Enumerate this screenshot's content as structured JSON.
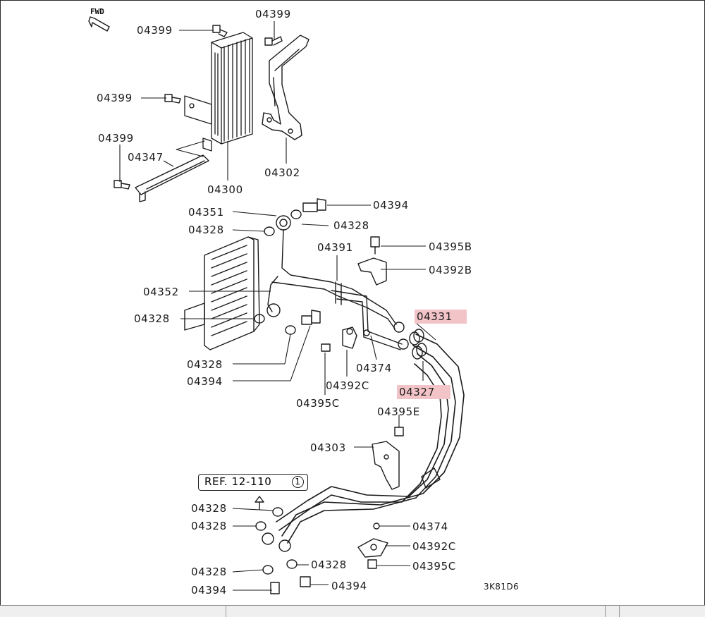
{
  "header": {
    "fwd_label": "FWD"
  },
  "reference": {
    "text": "REF. 12-110",
    "circle": "1"
  },
  "diagram_code": "3K81D6",
  "callouts": {
    "c1": "04399",
    "c2": "04399",
    "c3": "04399",
    "c4": "04399",
    "c5": "04347",
    "c6": "04300",
    "c7": "04302",
    "c8": "04351",
    "c9": "04394",
    "c10": "04328",
    "c11": "04328",
    "c12": "04391",
    "c13": "04395B",
    "c14": "04392B",
    "c15": "04352",
    "c16": "04328",
    "c17": "04331",
    "c18": "04327",
    "c19": "04374",
    "c20": "04328",
    "c21": "04394",
    "c22": "04392C",
    "c23": "04395C",
    "c24": "04395E",
    "c25": "04303",
    "c26": "04328",
    "c27": "04328",
    "c28": "04374",
    "c29": "04392C",
    "c30": "04328",
    "c31": "04395C",
    "c32": "04328",
    "c33": "04394",
    "c34": "04394"
  },
  "highlighted": [
    "04331",
    "04327"
  ],
  "colors": {
    "highlight": "#f3c4c7",
    "line": "#1a1a1a",
    "frame": "#2a2a2a"
  }
}
